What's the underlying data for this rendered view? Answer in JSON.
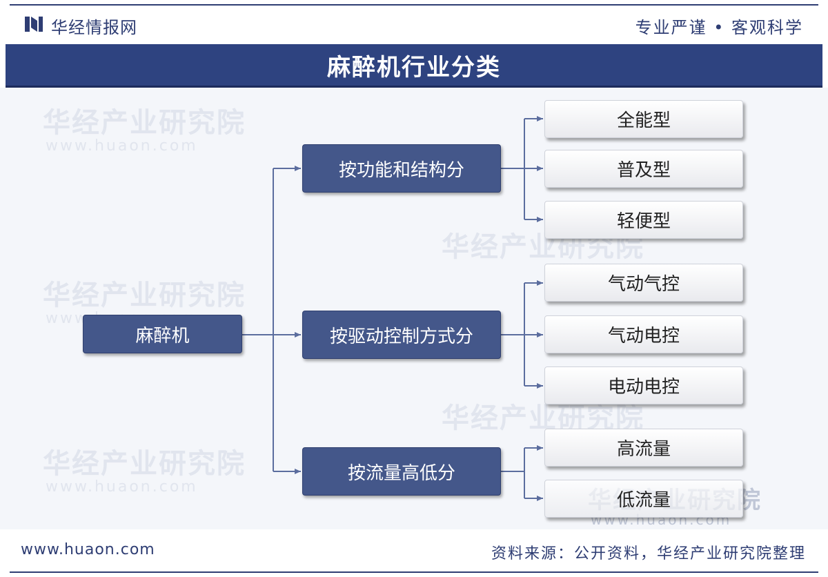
{
  "header": {
    "brand": "华经情报网",
    "motto": "专业严谨 • 客观科学",
    "title": "麻醉机行业分类"
  },
  "watermark": {
    "text": "华经产业研究院",
    "url": "www.huaon.com"
  },
  "diagram": {
    "root": "麻醉机",
    "branches": [
      {
        "label": "按功能和结构分",
        "children": [
          "全能型",
          "普及型",
          "轻便型"
        ]
      },
      {
        "label": "按驱动控制方式分",
        "children": [
          "气动气控",
          "气动电控",
          "电动电控"
        ]
      },
      {
        "label": "按流量高低分",
        "children": [
          "高流量",
          "低流量"
        ]
      }
    ]
  },
  "footer": {
    "site": "www.huaon.com",
    "source": "资料来源：公开资料，华经产业研究院整理"
  },
  "colors": {
    "brand": "#2e3d73",
    "title_bar": "#2e4380",
    "node_dark": "#44578a",
    "connector": "#5b6d9e"
  }
}
